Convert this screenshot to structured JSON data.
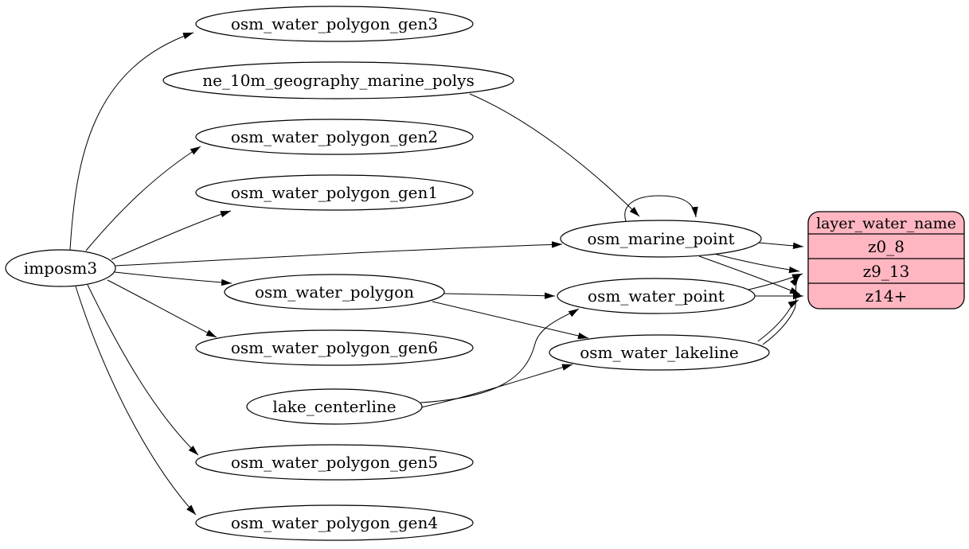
{
  "diagram": {
    "background": "#ffffff",
    "node_fill": "#ffffff",
    "node_stroke": "#000000",
    "record_fill": "#ffb6c1",
    "nodes": [
      {
        "id": "imposm3",
        "label": "imposm3"
      },
      {
        "id": "gen3",
        "label": "osm_water_polygon_gen3"
      },
      {
        "id": "ne10m",
        "label": "ne_10m_geography_marine_polys"
      },
      {
        "id": "gen2",
        "label": "osm_water_polygon_gen2"
      },
      {
        "id": "gen1",
        "label": "osm_water_polygon_gen1"
      },
      {
        "id": "water_polygon",
        "label": "osm_water_polygon"
      },
      {
        "id": "gen6",
        "label": "osm_water_polygon_gen6"
      },
      {
        "id": "lake_centerline",
        "label": "lake_centerline"
      },
      {
        "id": "gen5",
        "label": "osm_water_polygon_gen5"
      },
      {
        "id": "gen4",
        "label": "osm_water_polygon_gen4"
      },
      {
        "id": "marine_point",
        "label": "osm_marine_point"
      },
      {
        "id": "water_point",
        "label": "osm_water_point"
      },
      {
        "id": "water_lakeline",
        "label": "osm_water_lakeline"
      }
    ],
    "record": {
      "id": "layer_water_name",
      "title": "layer_water_name",
      "rows": [
        "z0_8",
        "z9_13",
        "z14+"
      ]
    },
    "edges": [
      {
        "from": "imposm3",
        "to": "gen3"
      },
      {
        "from": "imposm3",
        "to": "gen2"
      },
      {
        "from": "imposm3",
        "to": "gen1"
      },
      {
        "from": "imposm3",
        "to": "marine_point"
      },
      {
        "from": "imposm3",
        "to": "water_polygon"
      },
      {
        "from": "imposm3",
        "to": "gen6"
      },
      {
        "from": "imposm3",
        "to": "gen5"
      },
      {
        "from": "imposm3",
        "to": "gen4"
      },
      {
        "from": "ne10m",
        "to": "marine_point"
      },
      {
        "from": "marine_point",
        "to": "marine_point"
      },
      {
        "from": "water_polygon",
        "to": "water_point"
      },
      {
        "from": "water_polygon",
        "to": "water_lakeline"
      },
      {
        "from": "lake_centerline",
        "to": "water_point"
      },
      {
        "from": "lake_centerline",
        "to": "water_lakeline"
      },
      {
        "from": "marine_point",
        "to": "z0_8"
      },
      {
        "from": "marine_point",
        "to": "z9_13"
      },
      {
        "from": "marine_point",
        "to": "z14+"
      },
      {
        "from": "water_point",
        "to": "z9_13"
      },
      {
        "from": "water_point",
        "to": "z14+"
      },
      {
        "from": "water_lakeline",
        "to": "z9_13"
      },
      {
        "from": "water_lakeline",
        "to": "z14+"
      }
    ]
  }
}
